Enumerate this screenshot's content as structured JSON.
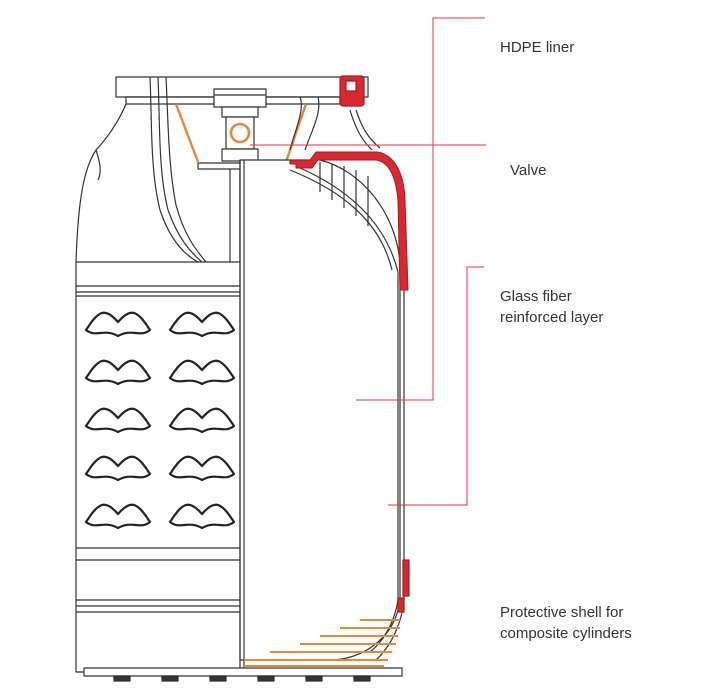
{
  "labels": {
    "hdpe_liner": "HDPE liner",
    "valve": "Valve",
    "glass_fiber_line1": "Glass fiber",
    "glass_fiber_line2": "reinforced layer",
    "shell_line1": "Protective shell for",
    "shell_line2": "composite cylinders"
  },
  "colors": {
    "outline": "#333333",
    "leader": "#e0353d",
    "accent_red": "#d9282f",
    "accent_orange": "#e8863a",
    "background": "#ffffff"
  },
  "icons": {
    "grip_holes": "chevron-hole-icon"
  }
}
